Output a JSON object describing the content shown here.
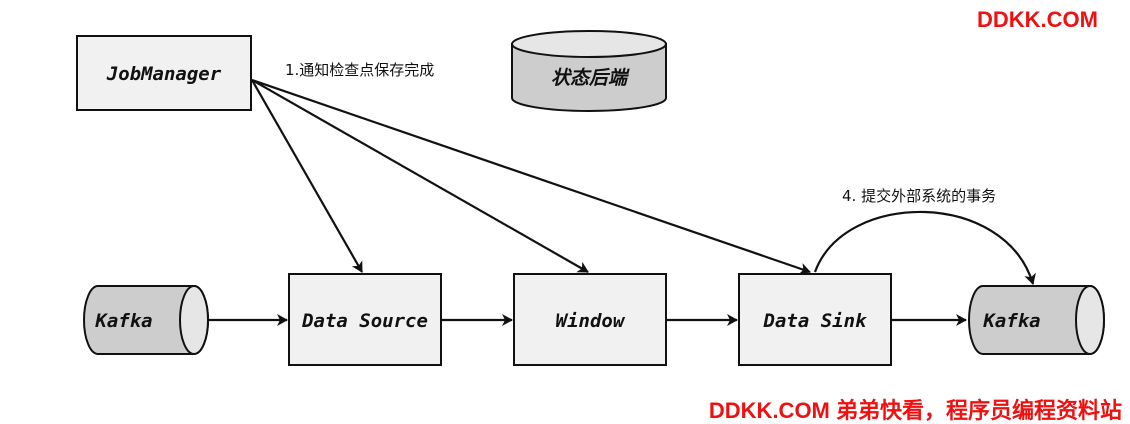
{
  "watermark_top": "DDKK.COM",
  "watermark_bottom": "DDKK.COM 弟弟快看，程序员编程资料站",
  "nodes": {
    "job_manager": "JobManager",
    "state_backend": "状态后端",
    "kafka_source": "Kafka",
    "data_source": "Data Source",
    "window": "Window",
    "data_sink": "Data Sink",
    "kafka_sink": "Kafka"
  },
  "annotations": {
    "notify_checkpoint": "1.通知检查点保存完成",
    "commit_transaction": "4. 提交外部系统的事务"
  }
}
